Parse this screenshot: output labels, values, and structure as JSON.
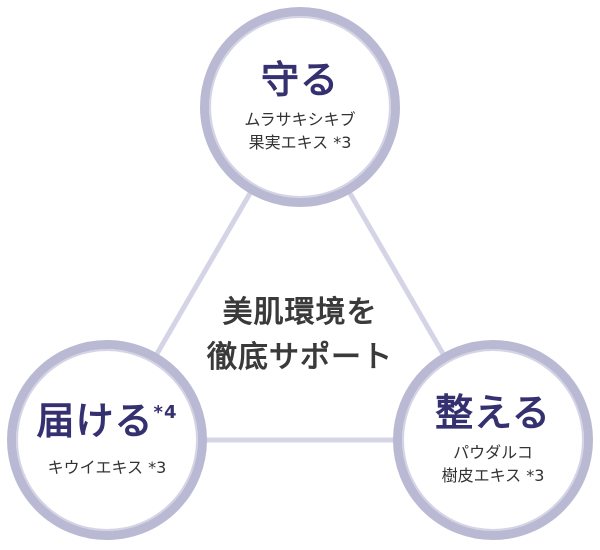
{
  "center": {
    "line1": "美肌環境を",
    "line2": "徹底サポート"
  },
  "nodes": {
    "top": {
      "title": "守る",
      "desc": "ムラサキシキブ\n果実エキス *3"
    },
    "left": {
      "title": "届ける",
      "note": "*4",
      "desc": "キウイエキス *3"
    },
    "right": {
      "title": "整える",
      "desc": "パウダルコ\n樹皮エキス *3"
    }
  },
  "colors": {
    "ring": "#b9b9d3",
    "connector": "#d4d4e6",
    "title": "#353070"
  }
}
